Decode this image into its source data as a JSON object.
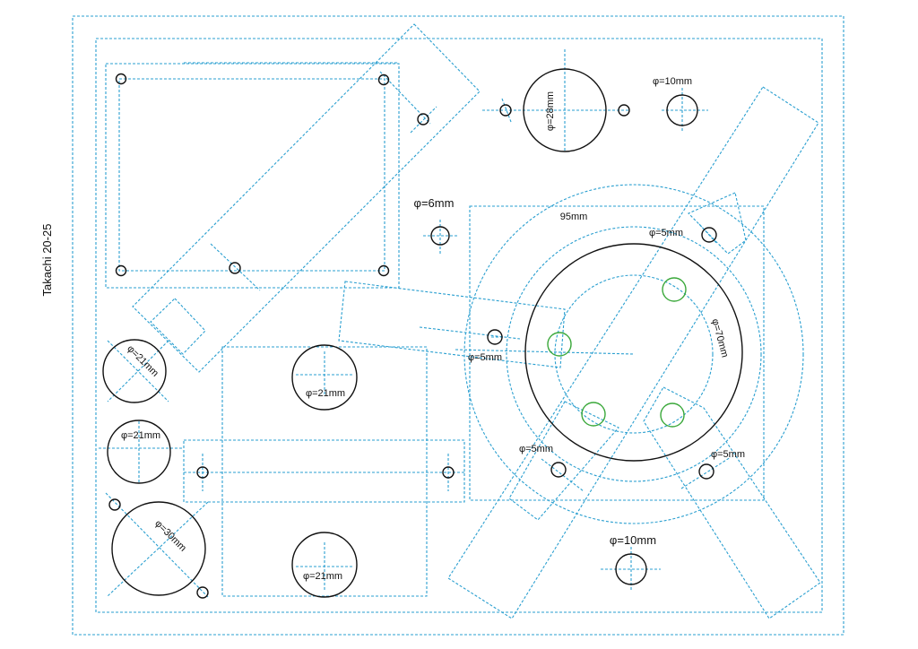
{
  "colors": {
    "guide": "#2a9fd0",
    "hole": "#111111",
    "pin": "#3aa83a"
  },
  "side_label": "Takachi 20-25",
  "labels": {
    "d28": "φ=28mm",
    "d10_top": "φ=10mm",
    "d6": "φ=6mm",
    "d95": "95mm",
    "d5_top": "φ=5mm",
    "d70": "φ=70mm",
    "d5_left": "φ=5mm",
    "d21_a": "φ=21mm",
    "d21_b": "φ=21mm",
    "d21_c": "φ=21mm",
    "d21_d": "φ=21mm",
    "d30": "φ=30mm",
    "d5_bl": "φ=5mm",
    "d5_br": "φ=5mm",
    "d10_bottom": "φ=10mm"
  }
}
